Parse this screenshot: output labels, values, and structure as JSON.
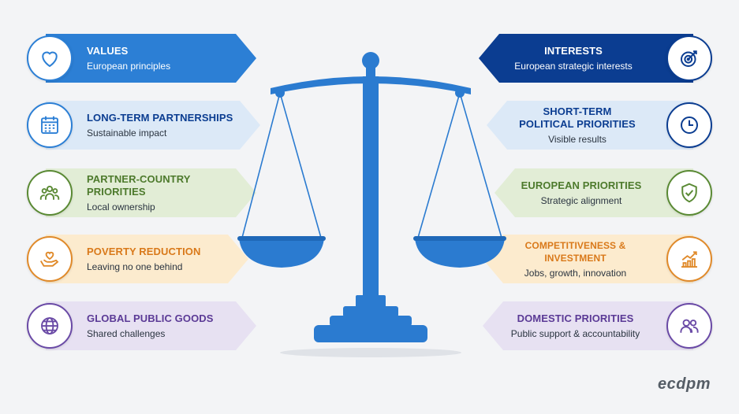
{
  "left": [
    {
      "title": "VALUES",
      "subtitle": "European principles"
    },
    {
      "title": "LONG-TERM PARTNERSHIPS",
      "subtitle": "Sustainable impact"
    },
    {
      "title": "PARTNER-COUNTRY PRIORITIES",
      "subtitle": "Local ownership"
    },
    {
      "title": "POVERTY REDUCTION",
      "subtitle": "Leaving no one behind"
    },
    {
      "title": "GLOBAL PUBLIC GOODS",
      "subtitle": "Shared challenges"
    }
  ],
  "right": [
    {
      "title": "INTERESTS",
      "subtitle": "European strategic interests"
    },
    {
      "title": "SHORT-TERM",
      "title2": "POLITICAL PRIORITIES",
      "subtitle": "Visible results"
    },
    {
      "title": "EUROPEAN PRIORITIES",
      "subtitle": "Strategic alignment"
    },
    {
      "title": "COMPETITIVENESS & INVESTMENT",
      "subtitle": "Jobs, growth, innovation"
    },
    {
      "title": "DOMESTIC PRIORITIES",
      "subtitle": "Public support & accountability"
    }
  ],
  "icons": {
    "left": [
      "heart-icon",
      "calendar-icon",
      "people-group-icon",
      "heart-hand-icon",
      "globe-icon"
    ],
    "right": [
      "target-icon",
      "clock-icon",
      "shield-check-icon",
      "growth-chart-icon",
      "users-icon"
    ]
  },
  "colors": {
    "blue_dark": "#0b3d91",
    "blue": "#1f7bd4",
    "blue_light": "#dceaf8",
    "green_light": "#e3eed8",
    "green_text": "#4d7a2c",
    "orange_light": "#fdeccf",
    "orange_text": "#d9791a",
    "purple_light": "#e8e2f3",
    "purple_text": "#5b3a96",
    "scale": "#2b7bd0"
  },
  "logo": "ecdpm"
}
